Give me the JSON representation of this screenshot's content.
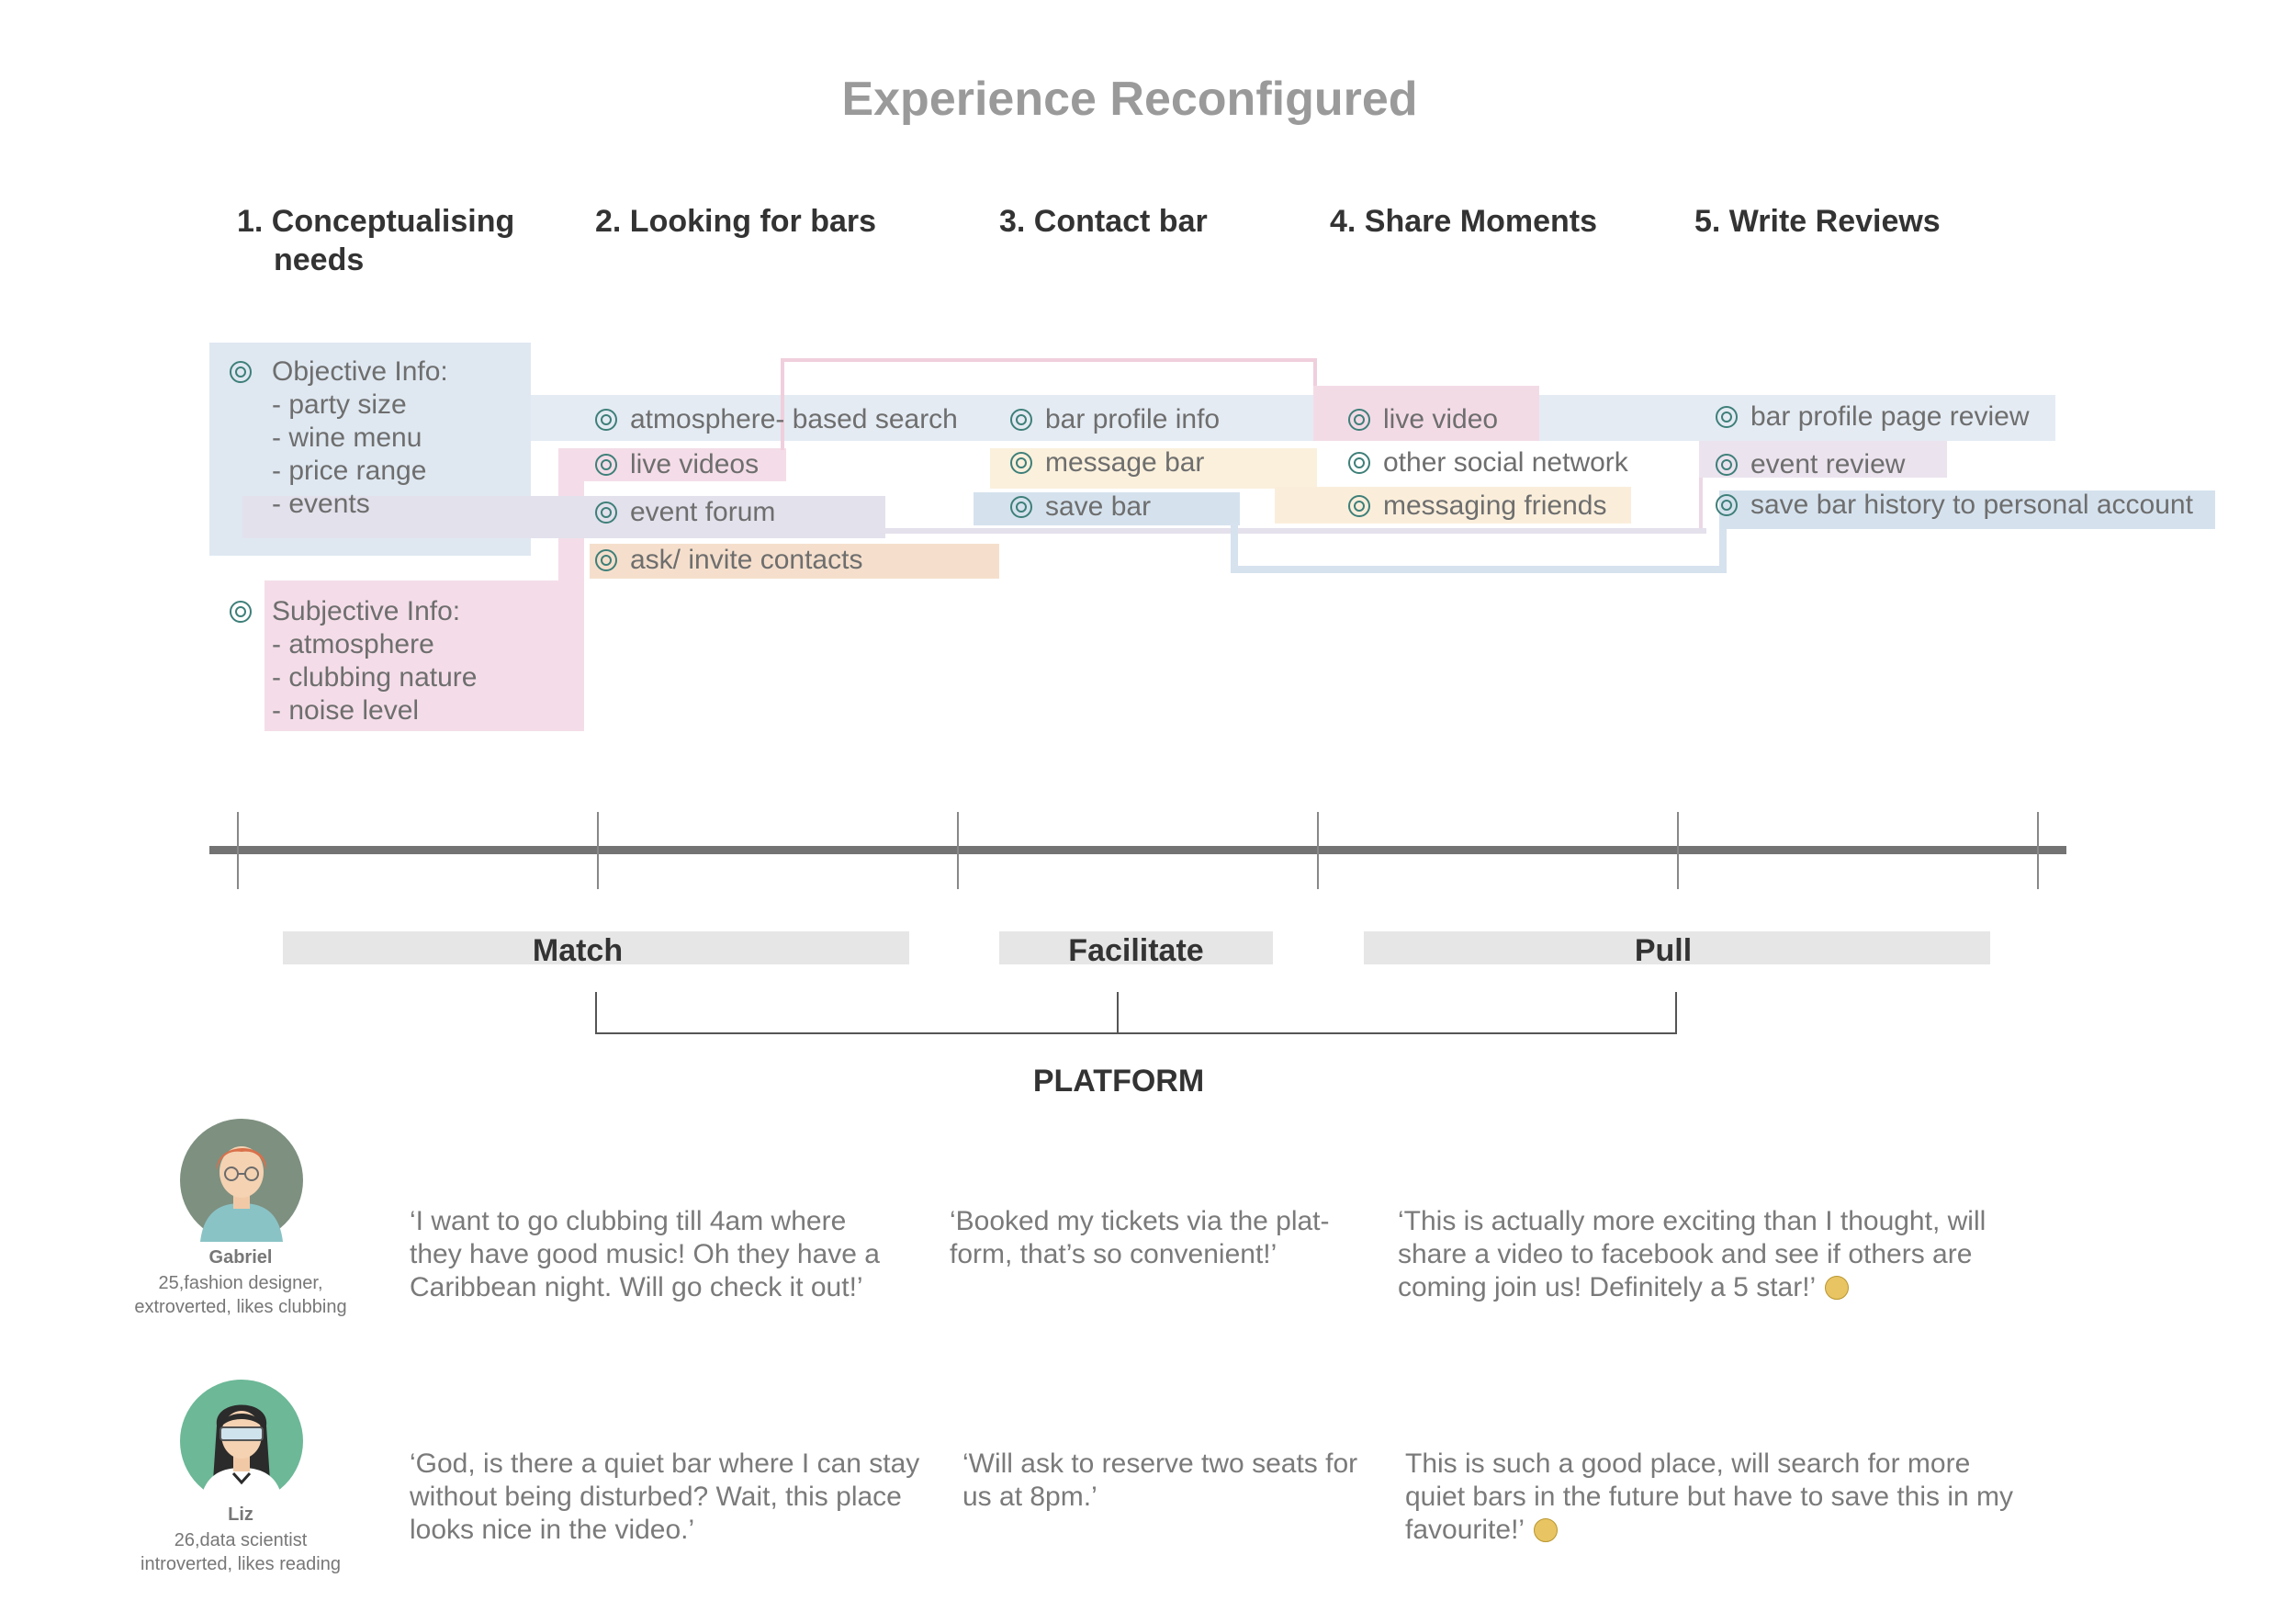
{
  "title": "Experience Reconfigured",
  "stages": [
    {
      "label": "1. Conceptualising",
      "label2": "needs"
    },
    {
      "label": "2. Looking for bars"
    },
    {
      "label": "3. Contact bar"
    },
    {
      "label": "4. Share Moments"
    },
    {
      "label": "5. Write Reviews"
    }
  ],
  "needs": {
    "objective": [
      "Objective Info:",
      "- party size",
      "- wine menu",
      "- price range",
      "- events"
    ],
    "subjective": [
      "Subjective Info:",
      "- atmosphere",
      "- clubbing nature",
      "- noise level"
    ]
  },
  "touchpoints": {
    "looking": [
      "atmosphere- based search",
      "live videos",
      "event forum",
      "ask/ invite contacts"
    ],
    "contact": [
      "bar profile info",
      "message bar",
      "save bar"
    ],
    "share": [
      "live video",
      "other social network",
      "messaging friends"
    ],
    "review": [
      "bar profile page review",
      "event review",
      "save bar history to personal account"
    ]
  },
  "phases": [
    "Match",
    "Facilitate",
    "Pull"
  ],
  "platform_label": "PLATFORM",
  "personas": [
    {
      "name": "Gabriel",
      "desc1": "25,fashion designer,",
      "desc2": "extroverted, likes clubbing",
      "quotes": [
        [
          "‘I want to go clubbing till 4am where",
          "they have good music! Oh they have a",
          "Caribbean night. Will go check it out!’"
        ],
        [
          "‘Booked my tickets via the plat-",
          "form, that’s so convenient!’"
        ],
        [
          "‘This is actually more exciting than I thought, will",
          "share a video to facebook and see if others are",
          "coming join us! Definitely a 5 star!’"
        ]
      ],
      "emoji": "star-eyes-emoji"
    },
    {
      "name": "Liz",
      "desc1": "26,data scientist",
      "desc2": "introverted, likes reading",
      "quotes": [
        [
          "‘God, is there a quiet bar where I can stay",
          "without being disturbed? Wait, this place",
          "looks nice in the video.’"
        ],
        [
          "‘Will ask to reserve two seats for",
          "us at 8pm.’"
        ],
        [
          "This is such a good place, will search for more",
          "quiet bars in the future but have to save this in my",
          "favourite!’"
        ]
      ],
      "emoji": "relieved-emoji"
    }
  ],
  "colors": {
    "blue": "#dfe8f1",
    "pink": "#f4dde8",
    "lavender": "#e6e4ee",
    "orange": "#f5dfcc",
    "yellow": "#faf0dc",
    "steel": "#d5e2ee",
    "icon": "#3e7f79",
    "timeline": "#737373"
  }
}
